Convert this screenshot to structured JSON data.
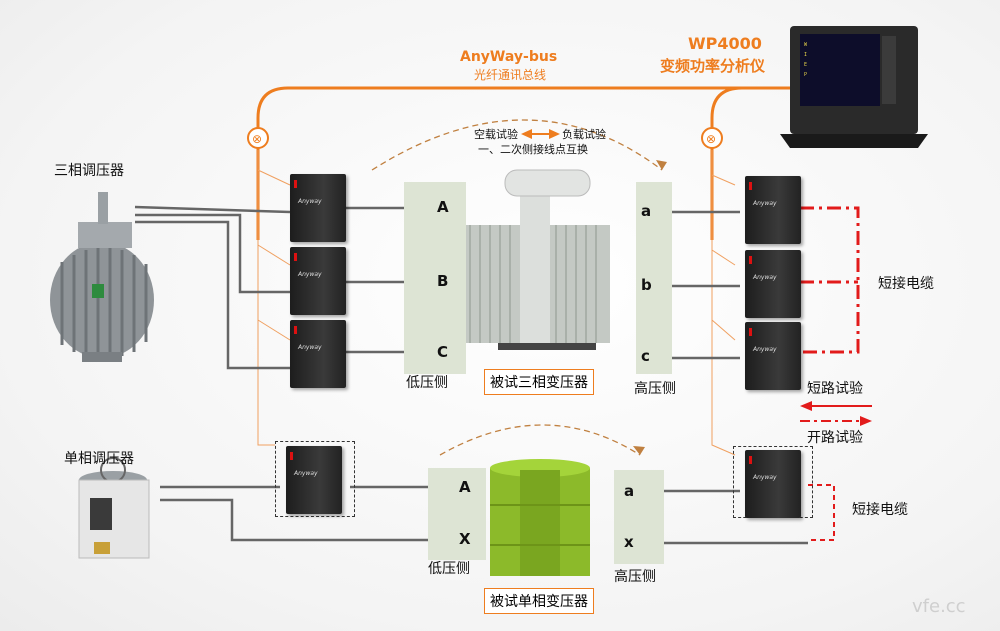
{
  "bus": {
    "name": "AnyWay-bus",
    "subtitle": "光纤通讯总线"
  },
  "analyzer": {
    "model": "WP4000",
    "name": "变频功率分析仪"
  },
  "three_phase": {
    "regulator_label": "三相调压器",
    "low_side_label": "低压侧",
    "high_side_label": "高压侧",
    "transformer_label": "被试三相变压器",
    "low_terminals": [
      "A",
      "B",
      "C"
    ],
    "high_terminals": [
      "a",
      "b",
      "c"
    ],
    "swap_note": {
      "left": "空载试验",
      "right": "负载试验",
      "line2": "一、二次侧接线点互换"
    }
  },
  "single_phase": {
    "regulator_label": "单相调压器",
    "low_side_label": "低压侧",
    "high_side_label": "高压侧",
    "transformer_label": "被试单相变压器",
    "low_terminals": [
      "A",
      "X"
    ],
    "high_terminals": [
      "a",
      "x"
    ]
  },
  "legend": {
    "short_cable_1": "短接电缆",
    "short_circuit_test": "短路试验",
    "open_circuit_test": "开路试验",
    "short_cable_2": "短接电缆"
  },
  "ct_brand": "Anyway",
  "watermark": "vfe.cc",
  "colors": {
    "accent": "#ee7d1f",
    "short": "#e21b1b",
    "terminal_ring_low": "#9b1c1c",
    "terminal_ring_high": "#1f2d5c"
  }
}
